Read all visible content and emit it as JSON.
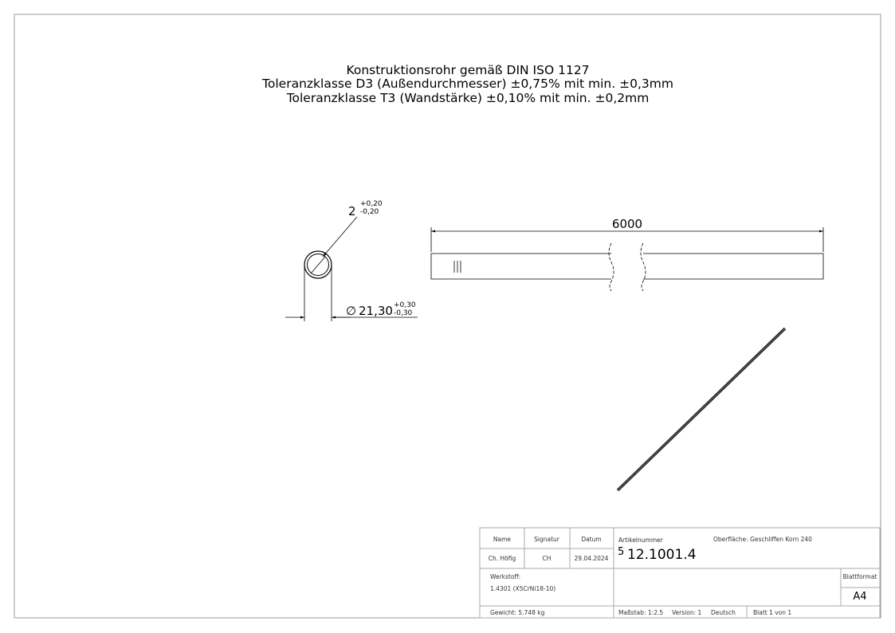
{
  "notes": [
    "Konstruktionsrohr gemäß DIN ISO 1127",
    "Toleranzklasse D3 (Außendurchmesser) ±0,75% mit min. ±0,3mm",
    "Toleranzklasse T3 (Wandstärke) ±0,10% mit min. ±0,2mm"
  ],
  "dimensions": {
    "wall": {
      "value": "2",
      "tol_plus": "+0,20",
      "tol_minus": "-0,20"
    },
    "diameter": {
      "symbol": "∅",
      "value": "21,30",
      "tol_plus": "+0,30",
      "tol_minus": "-0,30"
    },
    "length": "6000"
  },
  "title_block": {
    "col_name": "Name",
    "col_signatur": "Signatur",
    "col_datum": "Datum",
    "name": "Ch. Höfig",
    "signatur": "CH",
    "datum": "29.04.2024",
    "artikelnummer_label": "Artikelnummer",
    "artikel_prefix": "5",
    "artikelnummer": "12.1001.4",
    "oberflaeche": "Oberfläche:  Geschliffen Korn 240",
    "werkstoff_label": "Werkstoff:",
    "werkstoff": "1.4301 (X5CrNi18-10)",
    "blattformat_label": "Blattformat",
    "blattformat": "A4",
    "gewicht": "Gewicht: 5.748 kg",
    "massstab": "Maßstab: 1:2.5",
    "version": "Version: 1",
    "sprache": "Deutsch",
    "blatt": "Blatt 1 von 1"
  }
}
